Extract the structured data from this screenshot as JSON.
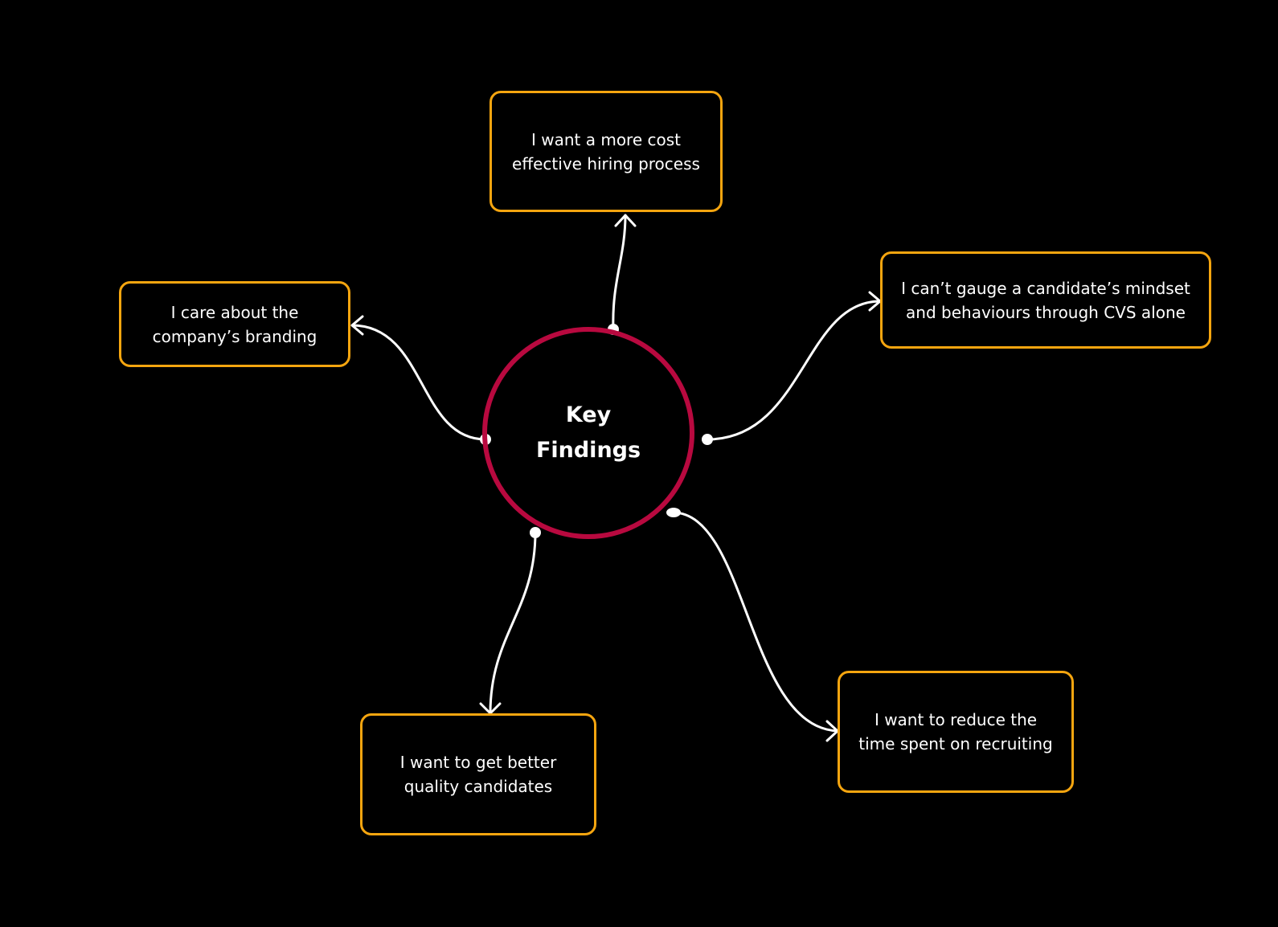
{
  "center": {
    "label": "Key Findings"
  },
  "findings": [
    {
      "id": "cost",
      "text": "I want a more cost effective hiring process"
    },
    {
      "id": "mindset",
      "text": "I can’t gauge a candidate’s mindset and behaviours through CVS alone"
    },
    {
      "id": "branding",
      "text": "I care about the company’s branding"
    },
    {
      "id": "quality",
      "text": "I want to get better quality candidates"
    },
    {
      "id": "time",
      "text": "I want to reduce the time spent on recruiting"
    }
  ],
  "colors": {
    "background": "#000000",
    "circle_border": "#B8093F",
    "box_border": "#F5A50F",
    "text": "#FFFFFF",
    "connector": "#FFFFFF"
  },
  "icons": {
    "connector_start": "dot",
    "connector_end": "arrowhead"
  }
}
